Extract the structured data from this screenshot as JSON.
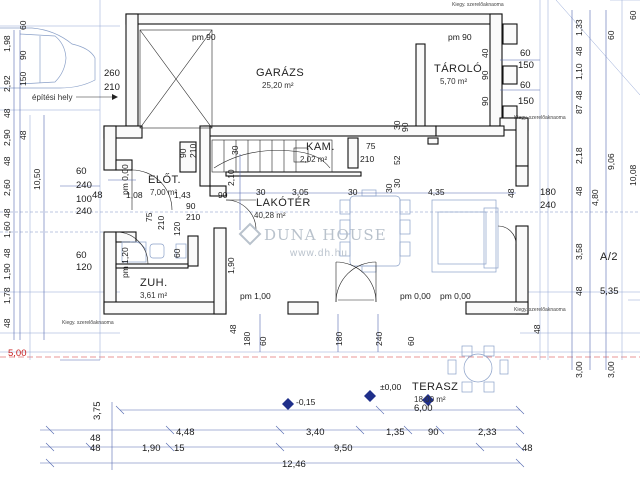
{
  "rooms": {
    "garazs": {
      "name": "GARÁZS",
      "area": "25,20 m²"
    },
    "tarolo": {
      "name": "TÁROLÓ",
      "area": "5,70 m²"
    },
    "kam": {
      "name": "KAM.",
      "area": "2,02 m²"
    },
    "elot": {
      "name": "ELŐT.",
      "area": "7,00 m²"
    },
    "lakoter": {
      "name": "LAKÓTÉR",
      "area": "40,28 m²"
    },
    "zuh": {
      "name": "ZUH.",
      "area": "3,61 m²"
    },
    "terasz": {
      "name": "TERASZ",
      "area": "18,00 m²"
    }
  },
  "labels": {
    "building_line": "építési hely",
    "axis_a2": "A/2",
    "tag_1": "Kiegy. szerelőaknaoma",
    "tag_2": "Kiegy. szerelőaknaoma",
    "tag_3": "Kiegy. szerelőaknaoma",
    "tag_4": "Kiegy. szerelőaknaoma"
  },
  "watermark": {
    "brand": "DUNA HOUSE",
    "url": "www.dh.hu"
  },
  "levels": {
    "pm90_garage": "pm 90",
    "pm90_storage": "pm 90",
    "pm000_elot": "pm 0,00",
    "pm120_zuh": "pm 1,20",
    "pm100": "pm 1,00",
    "pm000_a": "pm 0,00",
    "pm000_b": "pm 0,00",
    "level_minus015": "-0,15",
    "level_pm000": "±0,00"
  },
  "dims_top_left": [
    "260",
    "210"
  ],
  "dims_storage": [
    "60",
    "150",
    "60",
    "150"
  ],
  "dims_kam": [
    "75",
    "210",
    "52",
    "30",
    "30",
    "90",
    "30",
    "2,10",
    "30",
    "210"
  ],
  "dims_elot": [
    "60",
    "240",
    "48",
    "100",
    "240",
    "1,08",
    "1,43",
    "75",
    "210",
    "90",
    "90",
    "210"
  ],
  "dims_living": [
    "30",
    "3,05",
    "30",
    "4,35",
    "180",
    "240",
    "1,90",
    "48"
  ],
  "dims_zuh": [
    "60",
    "120",
    "60",
    "120"
  ],
  "dims_bottom_room": [
    "48",
    "180",
    "60",
    "180",
    "240",
    "60",
    "48"
  ],
  "dims_right_small": [
    "40",
    "90",
    "90",
    "90"
  ],
  "dims_bottom_chain1": [
    "4,48",
    "3,40",
    "1,35",
    "90",
    "2,33"
  ],
  "dims_bottom_chain2": [
    "48",
    "1,90",
    "15",
    "9,50",
    "48"
  ],
  "dims_bottom_total": "12,46",
  "dims_terrace": "6,00",
  "dims_left_setback": "5,00",
  "dims_left_3_75": "3,75",
  "dims_right_5_35": "5,35",
  "left_vertical": [
    "1,98",
    "2,92",
    "48",
    "2,90",
    "48",
    "10,50",
    "2,60",
    "48",
    "1,60",
    "48",
    "1,90",
    "1,78",
    "48"
  ],
  "left_small_vertical": [
    "48",
    "60",
    "90",
    "150"
  ],
  "right_vertical": [
    "1,33",
    "48",
    "1,10",
    "48",
    "87",
    "2,18",
    "48",
    "3,58",
    "48",
    "4,80",
    "9,06",
    "3,00",
    "3,00"
  ],
  "right_extra": [
    "10,08",
    "60",
    "60"
  ]
}
